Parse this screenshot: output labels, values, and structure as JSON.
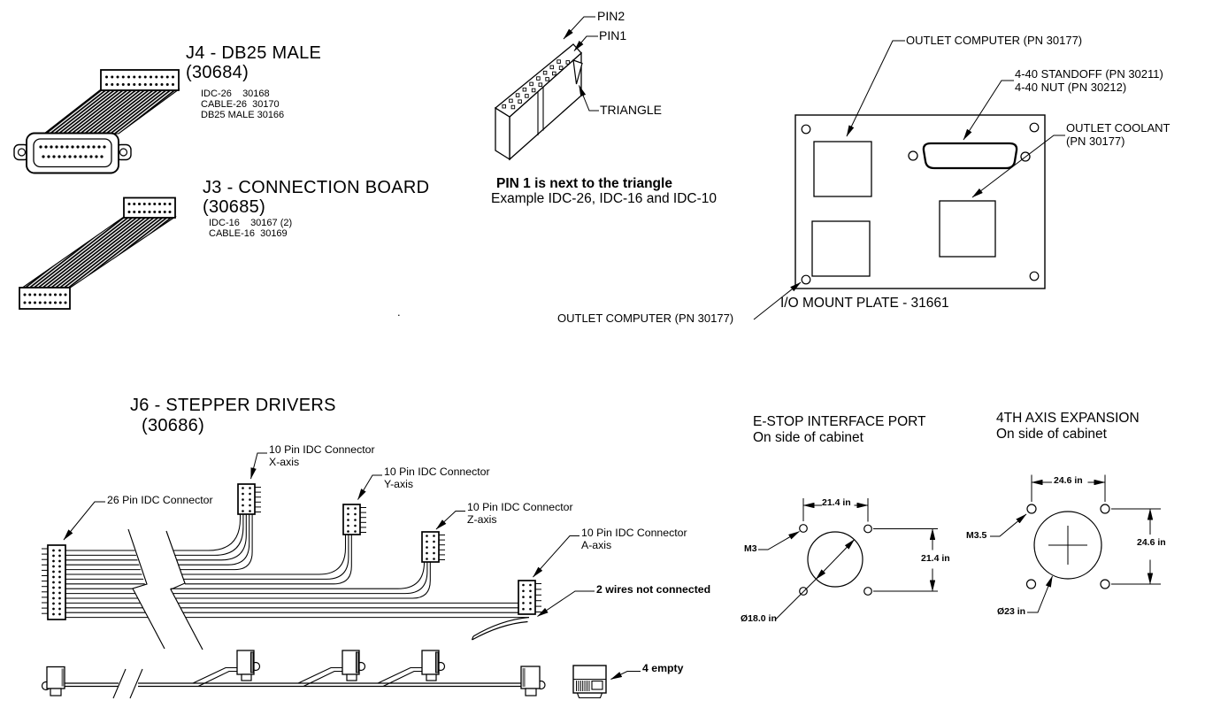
{
  "sections": {
    "j4": {
      "title": "J4 - DB25 MALE",
      "part_number": "(30684)",
      "parts": [
        "IDC-26    30168",
        "CABLE-26  30170",
        "DB25 MALE 30166"
      ]
    },
    "j3": {
      "title": "J3 - CONNECTION BOARD",
      "part_number": "(30685)",
      "parts": [
        "IDC-16    30167 (2)",
        "CABLE-16  30169"
      ]
    },
    "pin_detail": {
      "pin2_label": "PIN2",
      "pin1_label": "PIN1",
      "triangle_label": "TRIANGLE",
      "note_line1": "PIN 1 is next to the triangle",
      "note_line2": "Example IDC-26, IDC-16 and IDC-10"
    },
    "io_plate": {
      "caption": "I/O MOUNT PLATE - 31661",
      "outlet_computer_top": "OUTLET COMPUTER (PN 30177)",
      "standoff_line1": "4-40 STANDOFF (PN 30211)",
      "standoff_line2": "4-40 NUT (PN 30212)",
      "coolant_line1": "OUTLET COOLANT",
      "coolant_line2": "(PN 30177)",
      "outlet_computer_bottom": "OUTLET COMPUTER (PN 30177)"
    },
    "j6": {
      "title": "J6 - STEPPER DRIVERS",
      "part_number": "(30686)",
      "conn26_label": "26 Pin IDC Connector",
      "conn10_label": "10 Pin IDC Connector",
      "axes": {
        "x": "X-axis",
        "y": "Y-axis",
        "z": "Z-axis",
        "a": "A-axis"
      },
      "not_connected_label": "2 wires not connected",
      "empty_label": "4 empty"
    },
    "estop": {
      "title": "E-STOP INTERFACE PORT",
      "subtitle": "On side of cabinet",
      "horizontal_dim": "21.4 in",
      "vertical_dim": "21.4 in",
      "thread_label": "M3",
      "diameter_label": "Ø18.0 in"
    },
    "fourth_axis": {
      "title": "4TH AXIS EXPANSION",
      "subtitle": "On side of cabinet",
      "horizontal_dim": "24.6 in",
      "vertical_dim": "24.6 in",
      "thread_label": "M3.5",
      "diameter_label": "Ø23 in"
    },
    "misc": {
      "stray_dot": "."
    }
  }
}
